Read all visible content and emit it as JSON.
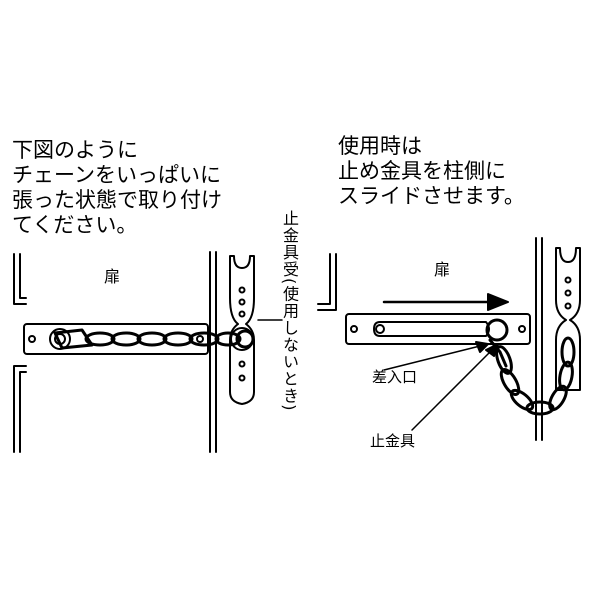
{
  "left_panel": {
    "instruction_lines": [
      "下図のように",
      "チェーンをいっぱいに",
      "張った状態で取り付け",
      "てください。"
    ],
    "door_label": "扉",
    "receiver_label": "止金具受(使用しないとき)"
  },
  "right_panel": {
    "instruction_lines": [
      "使用時は",
      "止め金具を柱側に",
      "スライドさせます。"
    ],
    "door_label": "扉",
    "slot_label": "差入口",
    "stopper_label": "止金具"
  },
  "colors": {
    "line": "#000000",
    "background": "#ffffff"
  }
}
